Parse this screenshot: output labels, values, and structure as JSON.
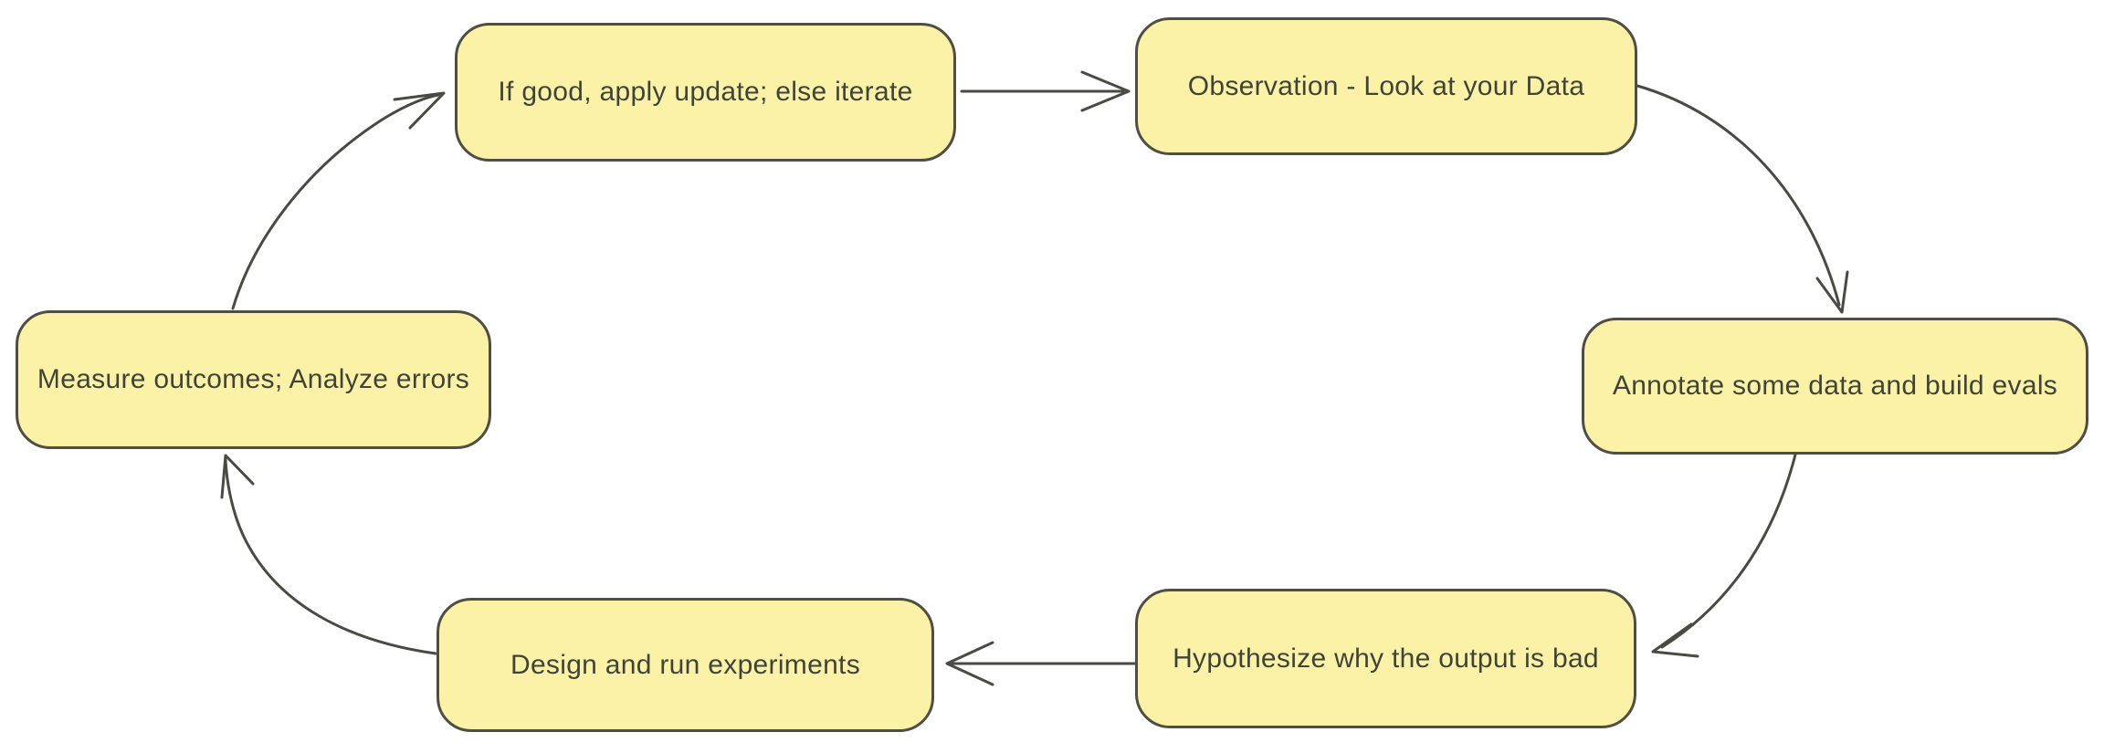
{
  "diagram": {
    "type": "flowchart-cycle",
    "description": "Six-step iterative evaluation loop rendered as rounded rectangles connected by open-head arrows",
    "colors": {
      "background": "#ffffff",
      "node_fill": "#FBF1A7",
      "node_border": "#4E4E44",
      "text": "#3F4438",
      "edge": "#4A4A44"
    },
    "nodes": [
      {
        "id": "apply-update",
        "label": "If good, apply update; else iterate"
      },
      {
        "id": "observation",
        "label": "Observation - Look at your Data"
      },
      {
        "id": "annotate",
        "label": "Annotate some data and build evals"
      },
      {
        "id": "hypothesize",
        "label": "Hypothesize why the output is bad"
      },
      {
        "id": "design-experiments",
        "label": "Design and run experiments"
      },
      {
        "id": "measure-outcomes",
        "label": "Measure outcomes; Analyze errors"
      }
    ],
    "edges": [
      {
        "from": "apply-update",
        "to": "observation"
      },
      {
        "from": "observation",
        "to": "annotate"
      },
      {
        "from": "annotate",
        "to": "hypothesize"
      },
      {
        "from": "hypothesize",
        "to": "design-experiments"
      },
      {
        "from": "design-experiments",
        "to": "measure-outcomes"
      },
      {
        "from": "measure-outcomes",
        "to": "apply-update"
      }
    ]
  }
}
